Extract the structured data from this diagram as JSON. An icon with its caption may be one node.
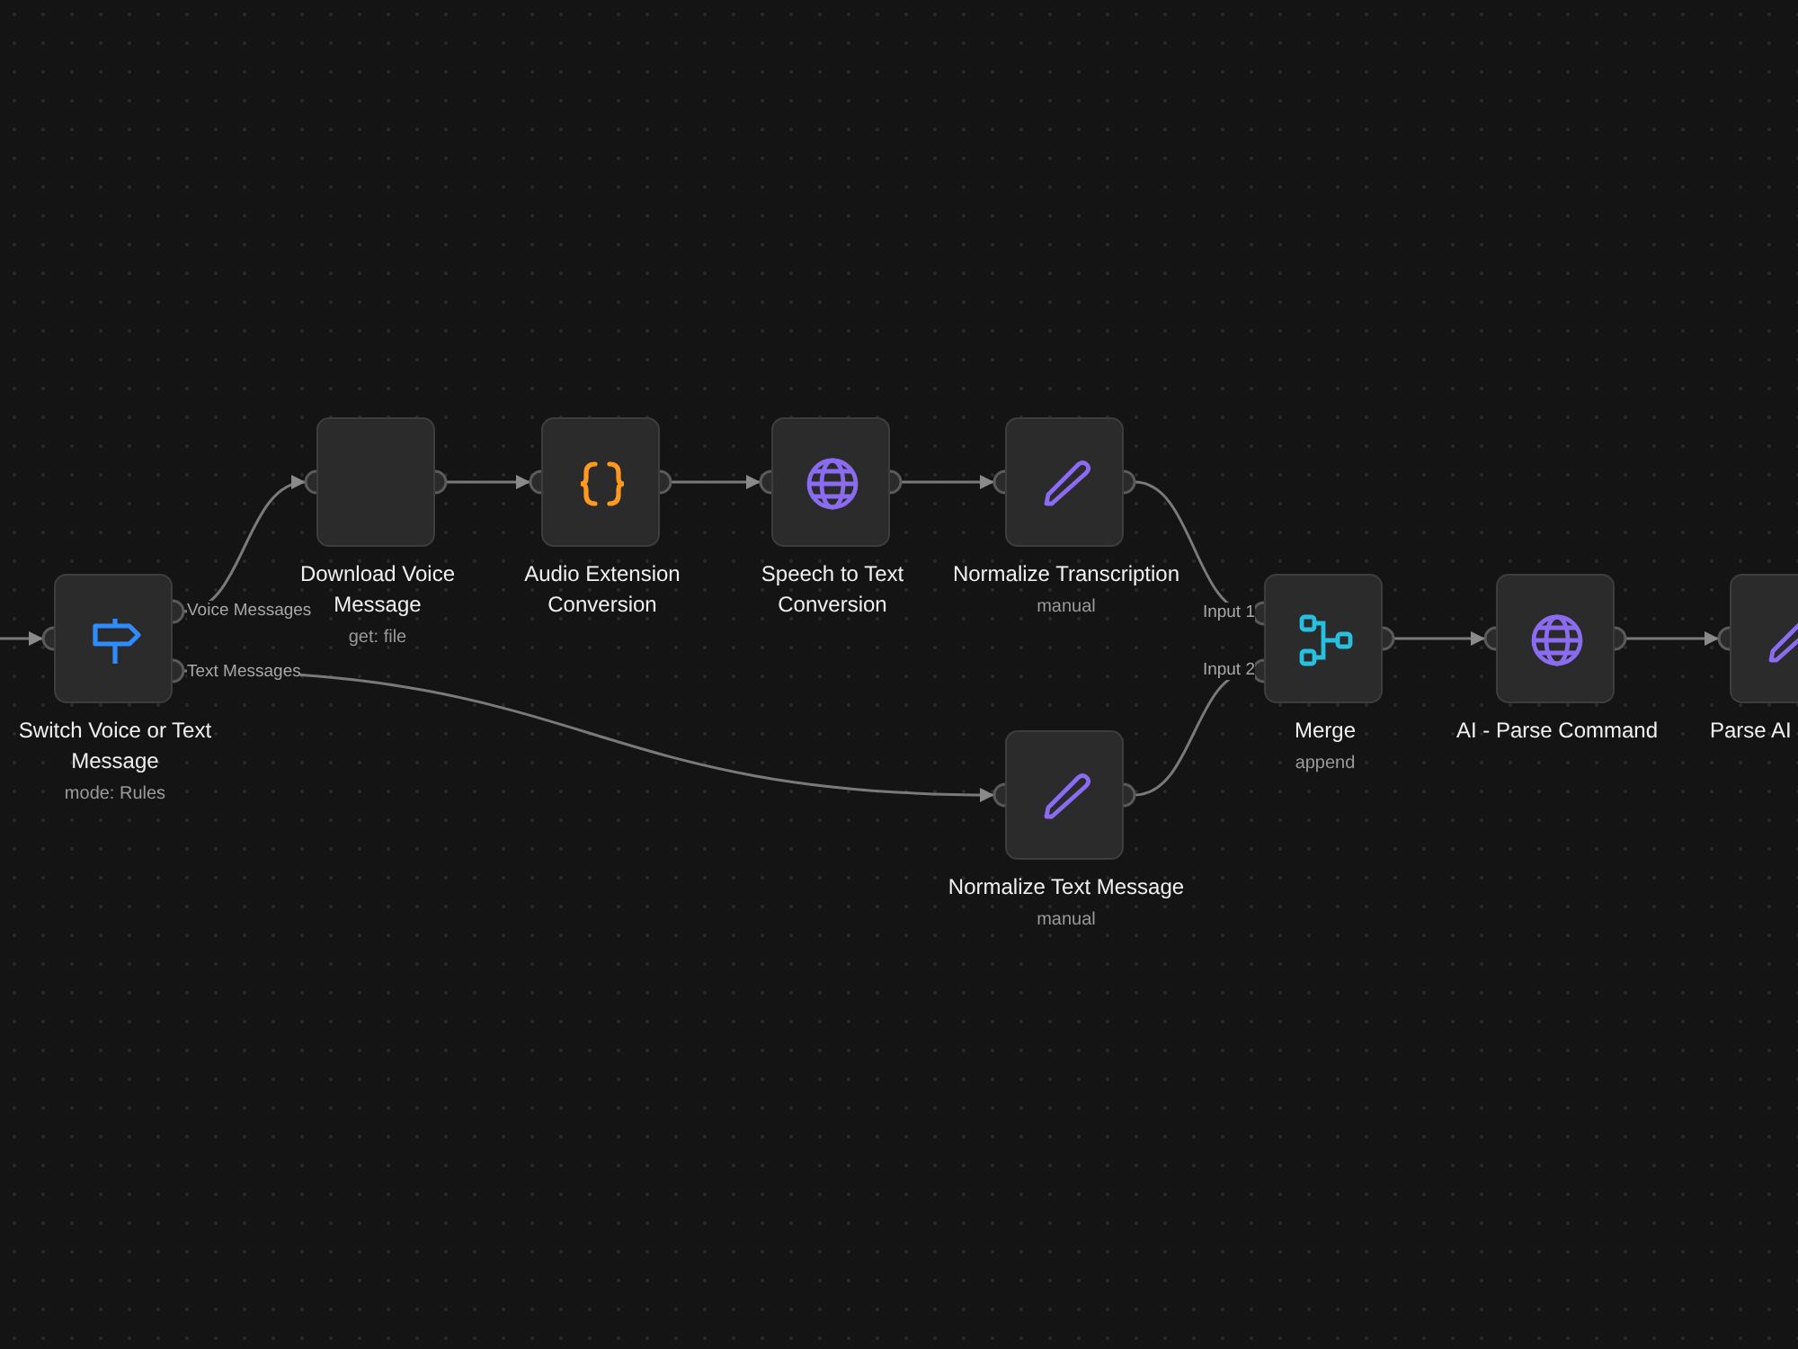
{
  "diagram": {
    "nodes": [
      {
        "text": [
          "Switch Voice or Text Message",
          "mode: Rules"
        ]
      },
      {
        "text": [
          "Download Voice Message",
          "get: file"
        ]
      },
      {
        "text": [
          "Audio Extension Conversion"
        ]
      },
      {
        "text": [
          "Speech to Text Conversion"
        ]
      },
      {
        "text": [
          "Normalize Transcription",
          "manual"
        ]
      },
      {
        "text": [
          "Normalize Text Message",
          "manual"
        ]
      },
      {
        "text": [
          "Merge",
          "append"
        ]
      },
      {
        "text": [
          "AI - Parse Command"
        ]
      },
      {
        "text": [
          "Parse AI"
        ]
      }
    ],
    "edges": [
      {
        "from": null,
        "to": 0,
        "arrow": "to"
      },
      {
        "from": 0,
        "to": 1,
        "arrow": "to",
        "label": "Voice Messages"
      },
      {
        "from": 0,
        "to": 5,
        "arrow": "to",
        "label": "Text Messages"
      },
      {
        "from": 1,
        "to": 2,
        "arrow": "to"
      },
      {
        "from": 2,
        "to": 3,
        "arrow": "to"
      },
      {
        "from": 3,
        "to": 4,
        "arrow": "to"
      },
      {
        "from": 4,
        "to": 6,
        "arrow": "to",
        "label": "Input 1"
      },
      {
        "from": 5,
        "to": 6,
        "arrow": "to",
        "label": "Input 2"
      },
      {
        "from": 6,
        "to": 7,
        "arrow": "to"
      },
      {
        "from": 7,
        "to": 8,
        "arrow": "to"
      }
    ]
  }
}
